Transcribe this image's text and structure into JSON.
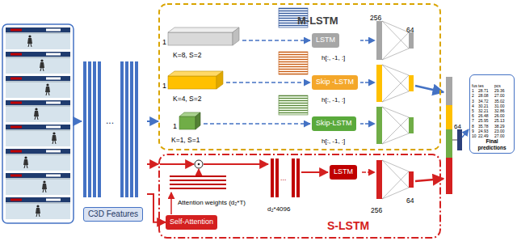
{
  "diagram": {
    "nodes": [
      {
        "text": [
          "C3D Features"
        ]
      },
      {
        "text": [
          "M-LSTM"
        ]
      },
      {
        "text": [
          "LSTM"
        ],
        "in": 1
      },
      {
        "text": [
          "Skip -LSTM"
        ],
        "in": 1
      },
      {
        "text": [
          "Skip-LSTM"
        ],
        "in": 1
      },
      {
        "text": [
          "S-LSTM"
        ]
      },
      {
        "text": [
          "Self-Attention"
        ],
        "in": 5
      },
      {
        "text": [
          "LSTM"
        ],
        "in": 5
      },
      {
        "text": [
          "Final predictions"
        ]
      }
    ],
    "edges": [
      {
        "from": 0,
        "to": 1,
        "arrow": "to"
      },
      {
        "from": 0,
        "to": 5,
        "arrow": "to"
      },
      {
        "from": 0,
        "to": 6,
        "arrow": "to"
      }
    ],
    "labels": [
      "...",
      "1",
      "K=8, S=2",
      "1",
      "K=4, S=2",
      "1",
      "K=1, S=1",
      "h[:, -1, :]",
      "h[:, -1, :]",
      "h[:, -1, :]",
      "256",
      "64",
      "Attention weights (d₂*T)",
      "...",
      "d₂*4096",
      "256",
      "64",
      "64",
      "fus",
      "tes",
      "pcs",
      "1",
      "28.71",
      "29.36",
      "2",
      "28.08",
      "27.00",
      "3",
      "34.72",
      "35.02",
      "4",
      "30.21",
      "31.00",
      "5",
      "32.21",
      "32.86",
      "6",
      "26.48",
      "26.00",
      "7",
      "25.95",
      "25.13",
      "8",
      "35.78",
      "38.29",
      "9",
      "24.93",
      "23.00",
      "10",
      "22.49",
      "27.00"
    ]
  }
}
